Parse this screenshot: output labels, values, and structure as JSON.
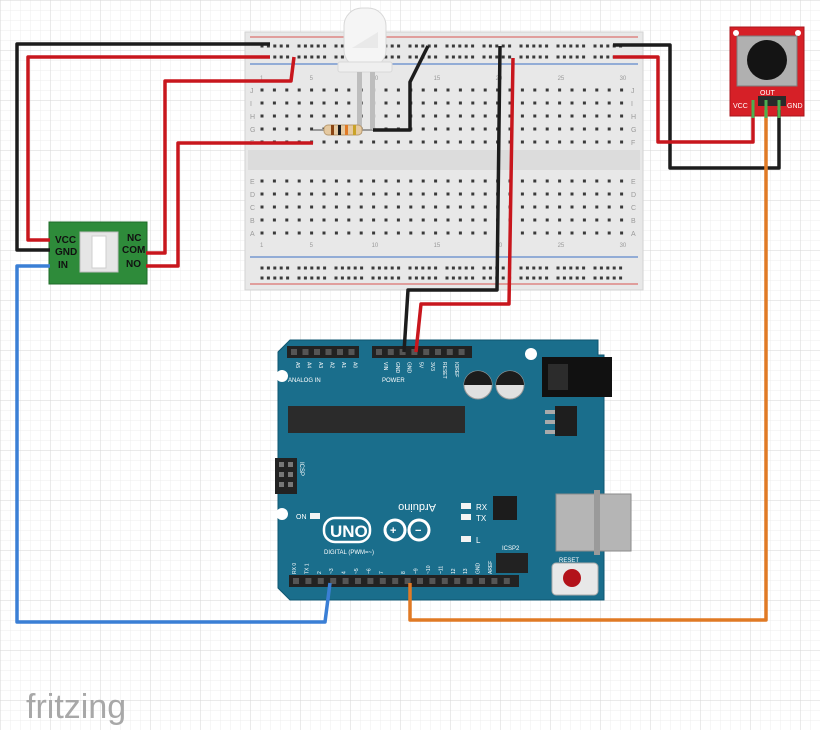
{
  "app": {
    "brand": "fritzing"
  },
  "colors": {
    "grid_minor": "#e6e6e6",
    "grid_major": "#cfcfcf",
    "wire_black": "#1c1c1c",
    "wire_red": "#c8161d",
    "wire_blue": "#3a7fd5",
    "wire_orange": "#e07a25",
    "arduino_body": "#1a6e8c",
    "relay_board": "#2e8b3a",
    "button_board": "#d62027",
    "breadboard": "#e9e9e9",
    "rail_red": "#d9534f",
    "rail_blue": "#3b6fc4",
    "resistor": "#e5c9a0"
  },
  "relay": {
    "pins_left": [
      "VCC",
      "GND",
      "IN"
    ],
    "pins_right": [
      "NC",
      "COM",
      "NO"
    ]
  },
  "button_module": {
    "labels": [
      "VCC",
      "OUT",
      "GND"
    ]
  },
  "breadboard": {
    "row_letters_top": [
      "J",
      "I",
      "H",
      "G",
      "F"
    ],
    "row_letters_bottom": [
      "E",
      "D",
      "C",
      "B",
      "A"
    ],
    "column_numbers": [
      "1",
      "5",
      "10",
      "15",
      "20",
      "25",
      "30"
    ]
  },
  "arduino": {
    "logo": "UNO",
    "brand": "Arduino",
    "power_header": [
      "VIN",
      "GND",
      "GND",
      "5V",
      "3V3",
      "RESET",
      "IOREF"
    ],
    "power_label": "POWER",
    "analog_header": [
      "A5",
      "A4",
      "A3",
      "A2",
      "A1",
      "A0"
    ],
    "analog_label": "ANALOG IN",
    "digital_label": "DIGITAL (PWM=~)",
    "digital_pins": [
      "RX 0",
      "TX 1",
      "2",
      "~3",
      "4",
      "~5",
      "~6",
      "7",
      "8",
      "~9",
      "~10",
      "~11",
      "12",
      "13",
      "GND",
      "AREF"
    ],
    "leds": [
      "RX",
      "TX",
      "L"
    ],
    "on_label": "ON",
    "icsp_label": "ICSP",
    "icsp2_label": "ICSP2",
    "reset_label": "RESET"
  }
}
